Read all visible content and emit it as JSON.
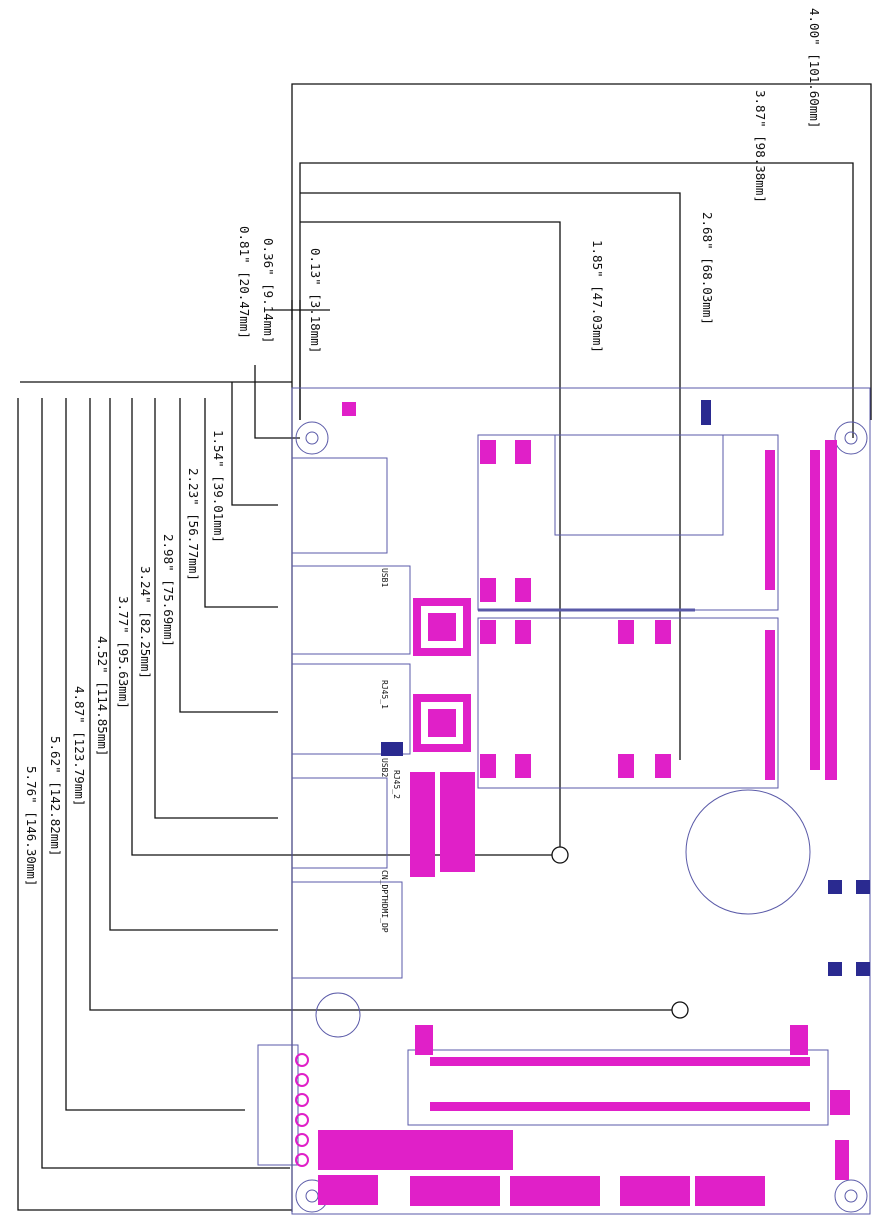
{
  "drawing": {
    "top_dimensions": [
      {
        "id": "dim-4-00",
        "text": "4.00\" [101.60mm]"
      },
      {
        "id": "dim-3-87",
        "text": "3.87\" [98.38mm]"
      },
      {
        "id": "dim-2-68",
        "text": "2.68\" [68.03mm]"
      },
      {
        "id": "dim-1-85",
        "text": "1.85\" [47.03mm]"
      },
      {
        "id": "dim-0-13",
        "text": "0.13\" [3.18mm]"
      }
    ],
    "side_dimensions": [
      {
        "id": "dim-0-36",
        "text": "0.36\" [9.14mm]"
      },
      {
        "id": "dim-0-81",
        "text": "0.81\" [20.47mm]"
      },
      {
        "id": "dim-1-54",
        "text": "1.54\" [39.01mm]"
      },
      {
        "id": "dim-2-23",
        "text": "2.23\" [56.77mm]"
      },
      {
        "id": "dim-2-98",
        "text": "2.98\" [75.69mm]"
      },
      {
        "id": "dim-3-24",
        "text": "3.24\" [82.25mm]"
      },
      {
        "id": "dim-3-77",
        "text": "3.77\" [95.63mm]"
      },
      {
        "id": "dim-4-52",
        "text": "4.52\" [114.85mm]"
      },
      {
        "id": "dim-4-87",
        "text": "4.87\" [123.79mm]"
      },
      {
        "id": "dim-5-62",
        "text": "5.62\" [142.82mm]"
      },
      {
        "id": "dim-5-76",
        "text": "5.76\" [146.30mm]"
      }
    ],
    "board_labels": {
      "usb1": "USB1",
      "usb2": "USB2",
      "rj45_1": "RJ45_1",
      "rj45_2": "RJ45_2",
      "dp_hdmi": "CN_DPTHDMI_DP"
    },
    "colors": {
      "dimension": "#111111",
      "outline": "#5a5aa8",
      "component": "#e020c8",
      "jumper": "#2a2a90"
    }
  }
}
